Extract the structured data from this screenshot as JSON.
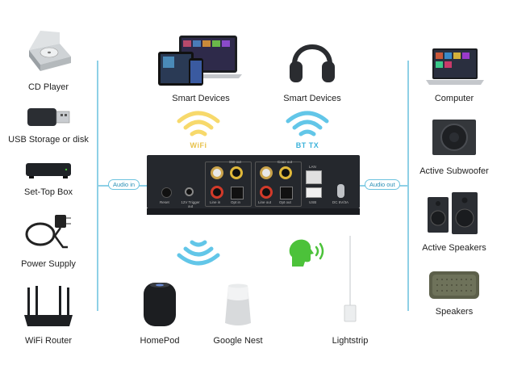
{
  "colors": {
    "line": "#8ed0e6",
    "wifi_yellow": "#f7d96b",
    "bt_blue": "#62c6e8",
    "voice_green": "#4cc23a",
    "device_body": "#2b2e33"
  },
  "sources": [
    {
      "label": "CD Player",
      "icon": "cd-player-icon"
    },
    {
      "label": "USB Storage or disk",
      "icon": "usb-drive-icon"
    },
    {
      "label": "Set-Top Box",
      "icon": "set-top-box-icon"
    },
    {
      "label": "Power Supply",
      "icon": "power-supply-icon"
    },
    {
      "label": "WiFi Router",
      "icon": "router-icon"
    }
  ],
  "top": [
    {
      "label": "Smart Devices",
      "icon": "laptop-tablet-phone-icon"
    },
    {
      "label": "Smart Devices",
      "icon": "headphones-icon"
    }
  ],
  "outputs": [
    {
      "label": "Computer",
      "icon": "laptop-icon"
    },
    {
      "label": "Active Subwoofer",
      "icon": "subwoofer-icon"
    },
    {
      "label": "Active Speakers",
      "icon": "bookshelf-speakers-icon"
    },
    {
      "label": "Speakers",
      "icon": "speaker-bar-icon"
    }
  ],
  "bottom": [
    {
      "label": "HomePod",
      "icon": "homepod-icon"
    },
    {
      "label": "Google Nest",
      "icon": "google-nest-icon"
    },
    {
      "label": "Lightstrip",
      "icon": "lightstrip-icon"
    }
  ],
  "wireless": {
    "wifi": "WiFi",
    "bt": "BT TX"
  },
  "connectors": {
    "audio_in": "Audio in",
    "audio_out": "Audio out"
  },
  "device_ports": {
    "reset": "Reset",
    "trigger": "12V Trigger out",
    "sw_out": "SW out",
    "line_in": "Line in",
    "opt_in": "Opt in",
    "line_out": "Line out",
    "opt_out": "Opt out",
    "coax_out": "Coax out",
    "lan": "LAN",
    "usb": "USB",
    "dc": "DC 5V/3A"
  }
}
